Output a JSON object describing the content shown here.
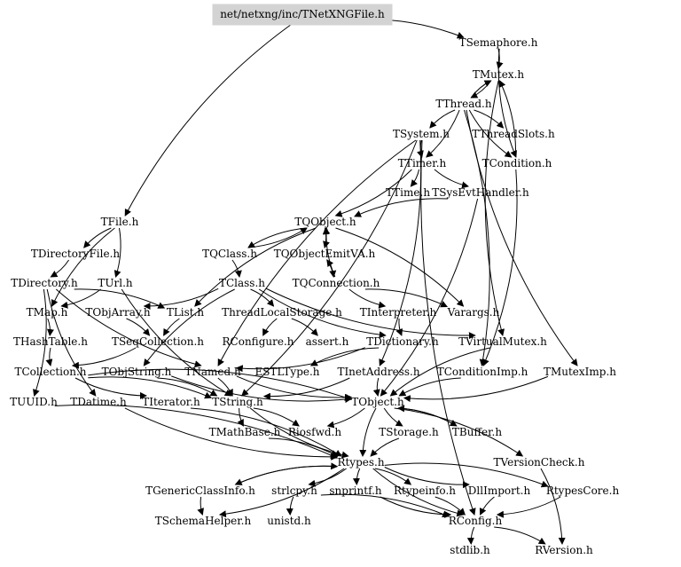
{
  "root": "net/netxng/inc/TNetXNGFile.h",
  "nodes": [
    {
      "id": "root",
      "label": "net/netxng/inc/TNetXNGFile.h"
    },
    {
      "id": "TSemaphore",
      "label": "TSemaphore.h"
    },
    {
      "id": "TMutex",
      "label": "TMutex.h"
    },
    {
      "id": "TThread",
      "label": "TThread.h"
    },
    {
      "id": "TSystem",
      "label": "TSystem.h"
    },
    {
      "id": "TThreadSlots",
      "label": "TThreadSlots.h"
    },
    {
      "id": "TCondition",
      "label": "TCondition.h"
    },
    {
      "id": "TTimer",
      "label": "TTimer.h"
    },
    {
      "id": "TTime",
      "label": "TTime.h"
    },
    {
      "id": "TSysEvtHandler",
      "label": "TSysEvtHandler.h"
    },
    {
      "id": "TFile",
      "label": "TFile.h"
    },
    {
      "id": "TQObject",
      "label": "TQObject.h"
    },
    {
      "id": "TDirectoryFile",
      "label": "TDirectoryFile.h"
    },
    {
      "id": "TQClass",
      "label": "TQClass.h"
    },
    {
      "id": "TQObjectEmitVA",
      "label": "TQObjectEmitVA.h"
    },
    {
      "id": "TDirectory",
      "label": "TDirectory.h"
    },
    {
      "id": "TUrl",
      "label": "TUrl.h"
    },
    {
      "id": "TClass",
      "label": "TClass.h"
    },
    {
      "id": "TQConnection",
      "label": "TQConnection.h"
    },
    {
      "id": "TMap",
      "label": "TMap.h"
    },
    {
      "id": "TObjArray",
      "label": "TObjArray.h"
    },
    {
      "id": "TList",
      "label": "TList.h"
    },
    {
      "id": "ThreadLocalStorage",
      "label": "ThreadLocalStorage.h"
    },
    {
      "id": "TInterpreter",
      "label": "TInterpreter.h"
    },
    {
      "id": "Varargs",
      "label": "Varargs.h"
    },
    {
      "id": "THashTable",
      "label": "THashTable.h"
    },
    {
      "id": "TSeqCollection",
      "label": "TSeqCollection.h"
    },
    {
      "id": "RConfigure",
      "label": "RConfigure.h"
    },
    {
      "id": "assert",
      "label": "assert.h"
    },
    {
      "id": "TDictionary",
      "label": "TDictionary.h"
    },
    {
      "id": "TVirtualMutex",
      "label": "TVirtualMutex.h"
    },
    {
      "id": "TCollection",
      "label": "TCollection.h"
    },
    {
      "id": "TObjString",
      "label": "TObjString.h"
    },
    {
      "id": "TNamed",
      "label": "TNamed.h"
    },
    {
      "id": "ESTLType",
      "label": "ESTLType.h"
    },
    {
      "id": "TInetAddress",
      "label": "TInetAddress.h"
    },
    {
      "id": "TConditionImp",
      "label": "TConditionImp.h"
    },
    {
      "id": "TMutexImp",
      "label": "TMutexImp.h"
    },
    {
      "id": "TUUID",
      "label": "TUUID.h"
    },
    {
      "id": "TDatime",
      "label": "TDatime.h"
    },
    {
      "id": "TIterator",
      "label": "TIterator.h"
    },
    {
      "id": "TString",
      "label": "TString.h"
    },
    {
      "id": "TObject",
      "label": "TObject.h"
    },
    {
      "id": "TMathBase",
      "label": "TMathBase.h"
    },
    {
      "id": "Riosfwd",
      "label": "Riosfwd.h"
    },
    {
      "id": "TStorage",
      "label": "TStorage.h"
    },
    {
      "id": "TBuffer",
      "label": "TBuffer.h"
    },
    {
      "id": "Rtypes",
      "label": "Rtypes.h"
    },
    {
      "id": "TVersionCheck",
      "label": "TVersionCheck.h"
    },
    {
      "id": "TGenericClassInfo",
      "label": "TGenericClassInfo.h"
    },
    {
      "id": "strlcpy",
      "label": "strlcpy.h"
    },
    {
      "id": "snprintf",
      "label": "snprintf.h"
    },
    {
      "id": "Rtypeinfo",
      "label": "Rtypeinfo.h"
    },
    {
      "id": "DllImport",
      "label": "DllImport.h"
    },
    {
      "id": "RtypesCore",
      "label": "RtypesCore.h"
    },
    {
      "id": "TSchemaHelper",
      "label": "TSchemaHelper.h"
    },
    {
      "id": "unistd",
      "label": "unistd.h"
    },
    {
      "id": "RConfig",
      "label": "RConfig.h"
    },
    {
      "id": "stdlib",
      "label": "stdlib.h"
    },
    {
      "id": "RVersion",
      "label": "RVersion.h"
    }
  ],
  "edges": [
    [
      "root",
      "TSemaphore"
    ],
    [
      "root",
      "TFile"
    ],
    [
      "TSemaphore",
      "TMutex"
    ],
    [
      "TSemaphore",
      "TCondition"
    ],
    [
      "TMutex",
      "TThread"
    ],
    [
      "TMutex",
      "TVirtualMutex"
    ],
    [
      "TThread",
      "TMutex"
    ],
    [
      "TThread",
      "TSystem"
    ],
    [
      "TThread",
      "TThreadSlots"
    ],
    [
      "TThread",
      "TCondition"
    ],
    [
      "TThread",
      "TTimer"
    ],
    [
      "TThread",
      "TMutexImp"
    ],
    [
      "TThread",
      "TConditionImp"
    ],
    [
      "TSystem",
      "TTimer"
    ],
    [
      "TSystem",
      "TInetAddress"
    ],
    [
      "TSystem",
      "TNamed"
    ],
    [
      "TSystem",
      "TString"
    ],
    [
      "TSystem",
      "RConfig"
    ],
    [
      "TCondition",
      "TConditionImp"
    ],
    [
      "TCondition",
      "TMutex"
    ],
    [
      "TTimer",
      "TTime"
    ],
    [
      "TTimer",
      "TSysEvtHandler"
    ],
    [
      "TTimer",
      "TQObject"
    ],
    [
      "TSysEvtHandler",
      "TQObject"
    ],
    [
      "TSysEvtHandler",
      "TObject"
    ],
    [
      "TFile",
      "TDirectoryFile"
    ],
    [
      "TFile",
      "TUrl"
    ],
    [
      "TFile",
      "TMap"
    ],
    [
      "TDirectoryFile",
      "TDirectory"
    ],
    [
      "TDirectory",
      "TNamed"
    ],
    [
      "TDirectory",
      "TUUID"
    ],
    [
      "TDirectory",
      "TDatime"
    ],
    [
      "TDirectory",
      "TList"
    ],
    [
      "TQObject",
      "TQClass"
    ],
    [
      "TQObject",
      "TQObjectEmitVA"
    ],
    [
      "TQObject",
      "TList"
    ],
    [
      "TQObject",
      "Varargs"
    ],
    [
      "TQObjectEmitVA",
      "TQObject"
    ],
    [
      "TQObjectEmitVA",
      "TQConnection"
    ],
    [
      "TQConnection",
      "TQObjectEmitVA"
    ],
    [
      "TQConnection",
      "TQObject"
    ],
    [
      "TQConnection",
      "TInterpreter"
    ],
    [
      "TQConnection",
      "Varargs"
    ],
    [
      "TQClass",
      "TQObject"
    ],
    [
      "TQClass",
      "TClass"
    ],
    [
      "TClass",
      "TDictionary"
    ],
    [
      "TClass",
      "TObjArray"
    ],
    [
      "TClass",
      "TObjString"
    ],
    [
      "TClass",
      "ThreadLocalStorage"
    ],
    [
      "TClass",
      "TVirtualMutex"
    ],
    [
      "TUrl",
      "TMap"
    ],
    [
      "TUrl",
      "TString"
    ],
    [
      "TMap",
      "THashTable"
    ],
    [
      "THashTable",
      "TCollection"
    ],
    [
      "TObjArray",
      "TSeqCollection"
    ],
    [
      "TList",
      "TSeqCollection"
    ],
    [
      "TSeqCollection",
      "TCollection"
    ],
    [
      "ThreadLocalStorage",
      "RConfigure"
    ],
    [
      "ThreadLocalStorage",
      "assert"
    ],
    [
      "TInterpreter",
      "TDictionary"
    ],
    [
      "TDictionary",
      "TNamed"
    ],
    [
      "TDictionary",
      "ESTLType"
    ],
    [
      "TCollection",
      "TObject"
    ],
    [
      "TCollection",
      "TIterator"
    ],
    [
      "TCollection",
      "TString"
    ],
    [
      "TObjString",
      "TObject"
    ],
    [
      "TObjString",
      "TString"
    ],
    [
      "TNamed",
      "TObject"
    ],
    [
      "TNamed",
      "TString"
    ],
    [
      "TInetAddress",
      "TObject"
    ],
    [
      "TInetAddress",
      "TString"
    ],
    [
      "TConditionImp",
      "TObject"
    ],
    [
      "TMutexImp",
      "TObject"
    ],
    [
      "TVirtualMutex",
      "TObject"
    ],
    [
      "TUUID",
      "Rtypes"
    ],
    [
      "TDatime",
      "Rtypes"
    ],
    [
      "TIterator",
      "Rtypes"
    ],
    [
      "TString",
      "TMathBase"
    ],
    [
      "TString",
      "Riosfwd"
    ],
    [
      "TString",
      "Rtypes"
    ],
    [
      "TObject",
      "Riosfwd"
    ],
    [
      "TObject",
      "TStorage"
    ],
    [
      "TObject",
      "TBuffer"
    ],
    [
      "TObject",
      "Rtypes"
    ],
    [
      "TObject",
      "TVersionCheck"
    ],
    [
      "TBuffer",
      "TObject"
    ],
    [
      "TMathBase",
      "Rtypes"
    ],
    [
      "TStorage",
      "Rtypes"
    ],
    [
      "TVersionCheck",
      "RVersion"
    ],
    [
      "Rtypes",
      "TGenericClassInfo"
    ],
    [
      "Rtypes",
      "strlcpy"
    ],
    [
      "Rtypes",
      "snprintf"
    ],
    [
      "Rtypes",
      "Rtypeinfo"
    ],
    [
      "Rtypes",
      "DllImport"
    ],
    [
      "Rtypes",
      "RtypesCore"
    ],
    [
      "Rtypes",
      "RConfig"
    ],
    [
      "Rtypes",
      "TSchemaHelper"
    ],
    [
      "TGenericClassInfo",
      "TSchemaHelper"
    ],
    [
      "TGenericClassInfo",
      "Rtypes"
    ],
    [
      "strlcpy",
      "unistd"
    ],
    [
      "strlcpy",
      "RConfig"
    ],
    [
      "snprintf",
      "RConfig"
    ],
    [
      "Rtypeinfo",
      "RConfig"
    ],
    [
      "DllImport",
      "RConfig"
    ],
    [
      "RtypesCore",
      "RConfig"
    ],
    [
      "RConfig",
      "stdlib"
    ],
    [
      "RConfig",
      "RVersion"
    ]
  ]
}
